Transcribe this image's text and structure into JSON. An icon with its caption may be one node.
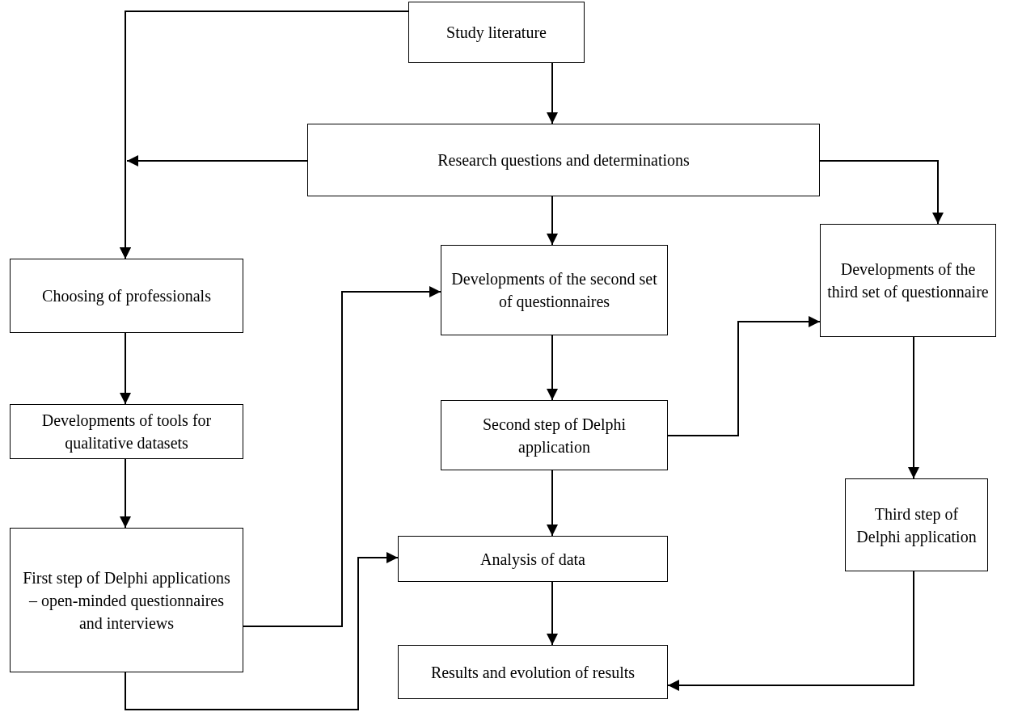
{
  "diagram": {
    "nodes": [
      {
        "text": [
          "Study literature"
        ]
      },
      {
        "text": [
          "Research questions and determinations"
        ]
      },
      {
        "text": [
          "Choosing of professionals"
        ]
      },
      {
        "text": [
          "Developments of tools for qualitative datasets"
        ]
      },
      {
        "text": [
          "First step of Delphi applications – open-minded questionnaires and interviews"
        ]
      },
      {
        "text": [
          "Developments of the second set of questionnaires"
        ]
      },
      {
        "text": [
          "Second step of Delphi application"
        ]
      },
      {
        "text": [
          "Analysis of data"
        ]
      },
      {
        "text": [
          "Results and evolution of results"
        ]
      },
      {
        "text": [
          "Developments of the third set of questionnaire"
        ]
      },
      {
        "text": [
          "Third step of Delphi application"
        ]
      }
    ],
    "edges": [
      {
        "from": 0,
        "to": 2,
        "arrow": "to"
      },
      {
        "from": 0,
        "to": 1,
        "arrow": "to"
      },
      {
        "from": 1,
        "to": 2,
        "arrow": "to"
      },
      {
        "from": 1,
        "to": 5,
        "arrow": "to"
      },
      {
        "from": 1,
        "to": 9,
        "arrow": "to"
      },
      {
        "from": 2,
        "to": 3,
        "arrow": "to"
      },
      {
        "from": 3,
        "to": 4,
        "arrow": "to"
      },
      {
        "from": 4,
        "to": 5,
        "arrow": "to"
      },
      {
        "from": 4,
        "to": 7,
        "arrow": "to"
      },
      {
        "from": 5,
        "to": 6,
        "arrow": "to"
      },
      {
        "from": 6,
        "to": 9,
        "arrow": "to"
      },
      {
        "from": 6,
        "to": 7,
        "arrow": "to"
      },
      {
        "from": 7,
        "to": 8,
        "arrow": "to"
      },
      {
        "from": 9,
        "to": 10,
        "arrow": "to"
      },
      {
        "from": 10,
        "to": 8,
        "arrow": "to"
      }
    ]
  }
}
